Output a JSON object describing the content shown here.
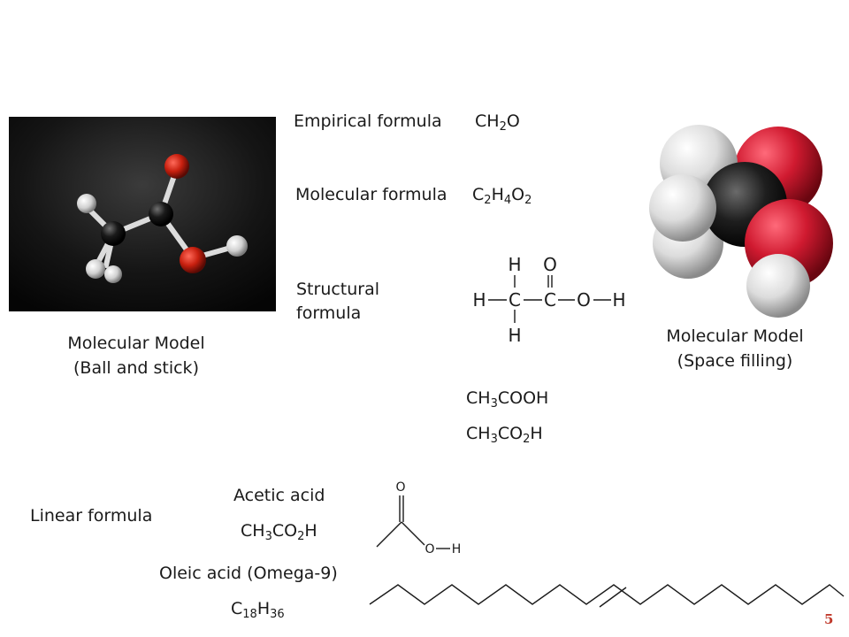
{
  "labels": {
    "empirical": "Empirical formula",
    "molecular": "Molecular formula",
    "structural_l1": "Structural",
    "structural_l2": "formula",
    "ball_l1": "Molecular Model",
    "ball_l2": "(Ball and stick)",
    "space_l1": "Molecular Model",
    "space_l2": "(Space filling)",
    "linear": "Linear formula",
    "acetic": "Acetic acid",
    "oleic": "Oleic acid (Omega-9)",
    "page_number": "5"
  },
  "formulas": {
    "empirical": [
      {
        "t": "CH"
      },
      {
        "s": "2"
      },
      {
        "t": "O"
      }
    ],
    "molecular": [
      {
        "t": "C"
      },
      {
        "s": "2"
      },
      {
        "t": "H"
      },
      {
        "s": "4"
      },
      {
        "t": "O"
      },
      {
        "s": "2"
      }
    ],
    "condensed1": [
      {
        "t": "CH"
      },
      {
        "s": "3"
      },
      {
        "t": "COOH"
      }
    ],
    "condensed2": [
      {
        "t": "CH"
      },
      {
        "s": "3"
      },
      {
        "t": "CO"
      },
      {
        "s": "2"
      },
      {
        "t": "H"
      }
    ],
    "acetic": [
      {
        "t": "CH"
      },
      {
        "s": "3"
      },
      {
        "t": "CO"
      },
      {
        "s": "2"
      },
      {
        "t": "H"
      }
    ],
    "oleic": [
      {
        "t": "C"
      },
      {
        "s": "18"
      },
      {
        "t": "H"
      },
      {
        "s": "36"
      }
    ]
  },
  "atoms": {
    "H": "H",
    "C": "C",
    "O": "O"
  },
  "colors": {
    "oxygen": "#d01a2a",
    "carbon": "#1a1a1a",
    "hydrogen": "#e8e8e8",
    "page_number": "#c0392b"
  }
}
